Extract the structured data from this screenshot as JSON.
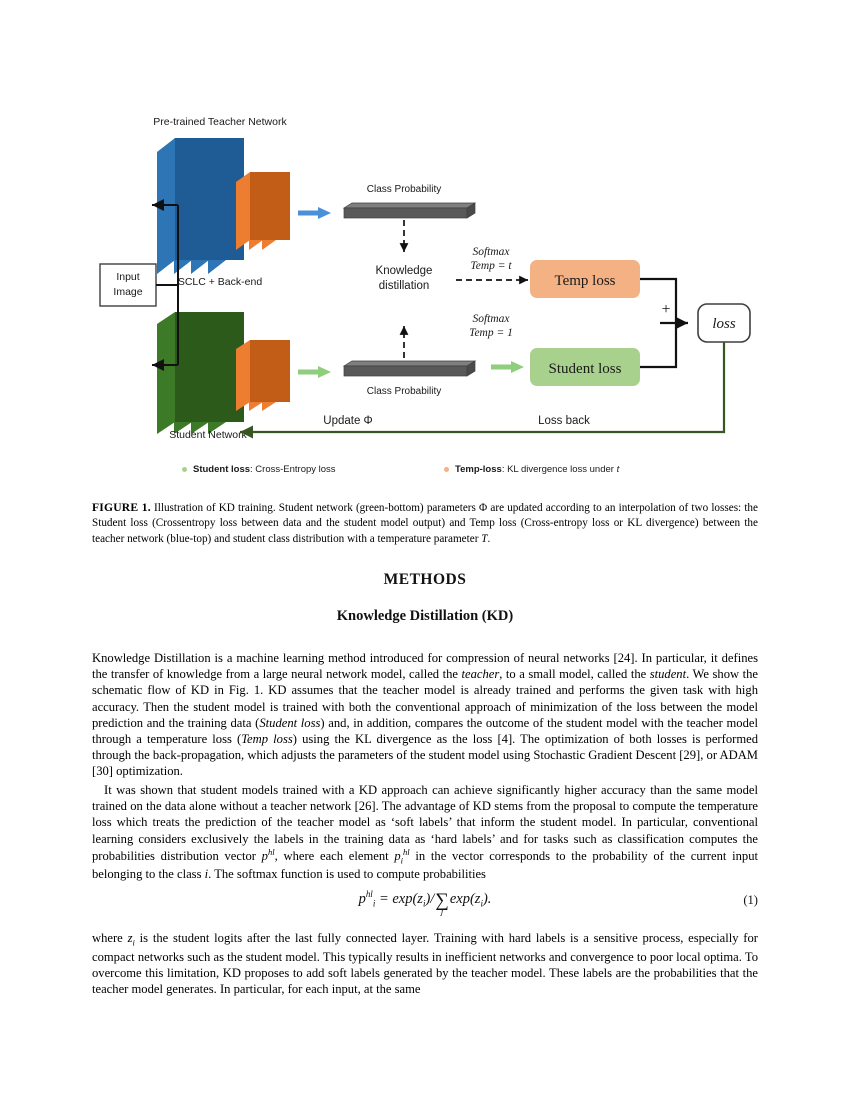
{
  "figure": {
    "labels": {
      "teacher_title": "Pre-trained Teacher Network",
      "sclc": "SCLC + Back-end",
      "student_title": "Student Network",
      "input_image_line1": "Input",
      "input_image_line2": "Image",
      "class_prob_top": "Class Probability",
      "class_prob_bottom": "Class Probability",
      "knowledge_line1": "Knowledge",
      "knowledge_line2": "distillation",
      "softmax_top_line1": "Softmax",
      "softmax_top_line2": "Temp = t",
      "softmax_bottom_line1": "Softmax",
      "softmax_bottom_line2": "Temp = 1",
      "temp_loss": "Temp loss",
      "student_loss": "Student loss",
      "plus": "+",
      "loss_node": "loss",
      "update_phi": "Update Φ",
      "loss_back": "Loss back"
    },
    "colors": {
      "teacher_blue": "#2e75b6",
      "teacher_blue_dark": "#1f5c96",
      "orange_block": "#ed7d31",
      "orange_block_dark": "#c25d18",
      "student_green": "#3d7a27",
      "student_green_dark": "#2c5a1b",
      "temp_loss_fill": "#f4b183",
      "student_loss_fill": "#a9d18e",
      "class_prob_gray": "#595959",
      "class_prob_gray_light": "#7f7f7f",
      "arrow_blue": "#4a90d9",
      "arrow_green": "#8fce7c",
      "feedback_green": "#375623",
      "black": "#111111"
    },
    "legend": [
      {
        "dot_color": "#a9d18e",
        "bold": "Student loss",
        "rest": ": Cross-Entropy loss",
        "italic_tail": ""
      },
      {
        "dot_color": "#f4b183",
        "bold": "Temp-loss",
        "rest": ": KL divergence loss under ",
        "italic_tail": "t"
      }
    ]
  },
  "caption": {
    "label": "FIGURE 1.",
    "text_1": " Illustration of KD training. Student network (green-bottom) parameters Φ are updated according to an interpolation of two losses: the Student loss (Crossentropy loss between data and the student model output) and Temp loss (Cross-entropy loss or KL divergence) between the teacher network (blue-top) and student class distribution with a temperature parameter ",
    "italic_T": "T",
    "text_2": "."
  },
  "headings": {
    "methods": "METHODS",
    "kd": "Knowledge Distillation (KD)"
  },
  "paragraphs": {
    "p1_a": "Knowledge Distillation is a machine learning method introduced for compression of neural networks [24]. In particular, it defines the transfer of knowledge from a large neural network model, called the ",
    "p1_teacher": "teacher",
    "p1_b": ", to a small model, called the ",
    "p1_student": "student",
    "p1_c": ". We show the schematic flow of KD in Fig. 1. KD assumes that the teacher model is already trained and performs the given task with high accuracy. Then the student model is trained with both the conventional approach of minimization of the loss between the model prediction and the training data (",
    "p1_studentloss": "Student loss",
    "p1_d": ") and, in addition, compares the outcome of the student model with the teacher model through a temperature loss (",
    "p1_temploss": "Temp loss",
    "p1_e": ") using the KL divergence as the loss [4]. The optimization of both losses is performed through the back-propagation, which adjusts the parameters of the student model using Stochastic Gradient Descent [29], or ADAM [30] optimization.",
    "p2_a": "It was shown that student models trained with a KD approach can achieve significantly higher accuracy than the same model trained on the data alone without a teacher network [26]. The advantage of KD stems from the proposal to compute the temperature loss which treats the prediction of the teacher model as ‘soft labels’ that inform the student model. In particular, conventional learning considers exclusively the labels in the training data as ‘hard labels’ and for tasks such as classification computes the probabilities distribution vector ",
    "p2_b": ", where each element ",
    "p2_c": " in the vector corresponds to the probability of the current input belonging to the class ",
    "p2_i": "i",
    "p2_d": ". The softmax function is used to compute probabilities",
    "p3_a": "where ",
    "p3_zi": "z",
    "p3_b": " is the student logits after the last fully connected layer. Training with hard labels is a sensitive process, especially for compact networks such as the student model. This typically results in inefficient networks and convergence to poor local optima. To overcome this limitation, KD proposes to add soft labels generated by the teacher model. These labels are the probabilities that the teacher model generates. In particular, for each input, at the same"
  },
  "equation": {
    "lhs_p": "p",
    "lhs_sup": "hl",
    "lhs_sub": "i",
    "eq": " = ",
    "exp1": "exp(z",
    "exp1_sub": "i",
    "exp1_end": ")/",
    "sum_symbol": "∑",
    "sum_sub": "j",
    "exp2": "exp(z",
    "exp2_sub": "i",
    "exp2_end": ").",
    "number": "(1)"
  }
}
